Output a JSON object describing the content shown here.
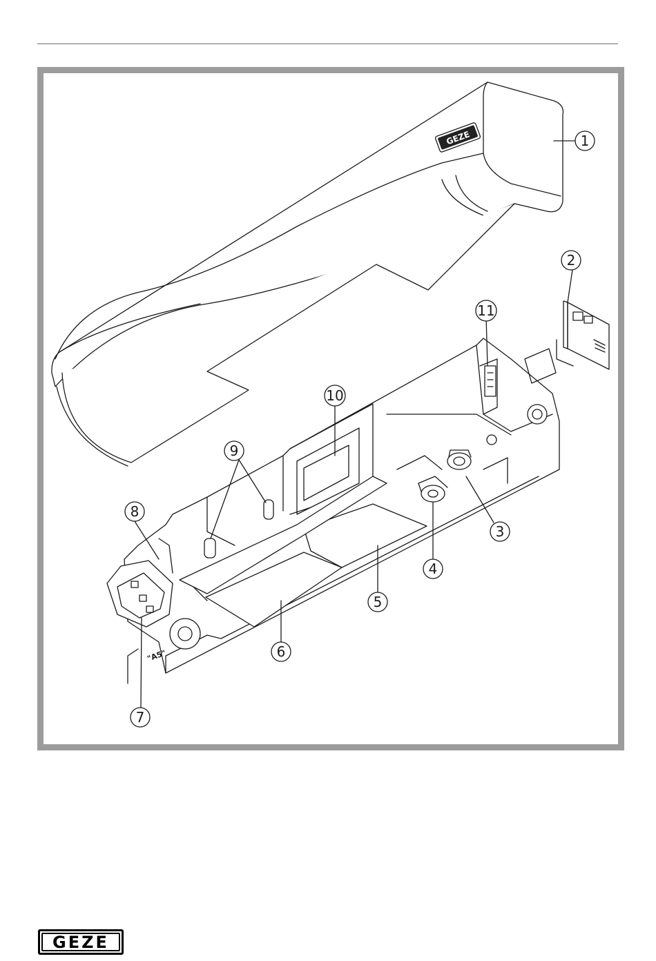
{
  "figure": {
    "product_badge": "GEZE",
    "housing_marking": "\"A5\"",
    "callouts": [
      {
        "id": "1",
        "label": "1"
      },
      {
        "id": "2",
        "label": "2"
      },
      {
        "id": "3",
        "label": "3"
      },
      {
        "id": "4",
        "label": "4"
      },
      {
        "id": "5",
        "label": "5"
      },
      {
        "id": "6",
        "label": "6"
      },
      {
        "id": "7",
        "label": "7"
      },
      {
        "id": "8",
        "label": "8"
      },
      {
        "id": "9",
        "label": "9"
      },
      {
        "id": "10",
        "label": "10"
      },
      {
        "id": "11",
        "label": "11"
      }
    ]
  },
  "footer": {
    "logo_text": "GEZE"
  },
  "colors": {
    "frame": "#9c9c9c",
    "line": "#1a1a1a",
    "body_fill": "#ffffff"
  }
}
